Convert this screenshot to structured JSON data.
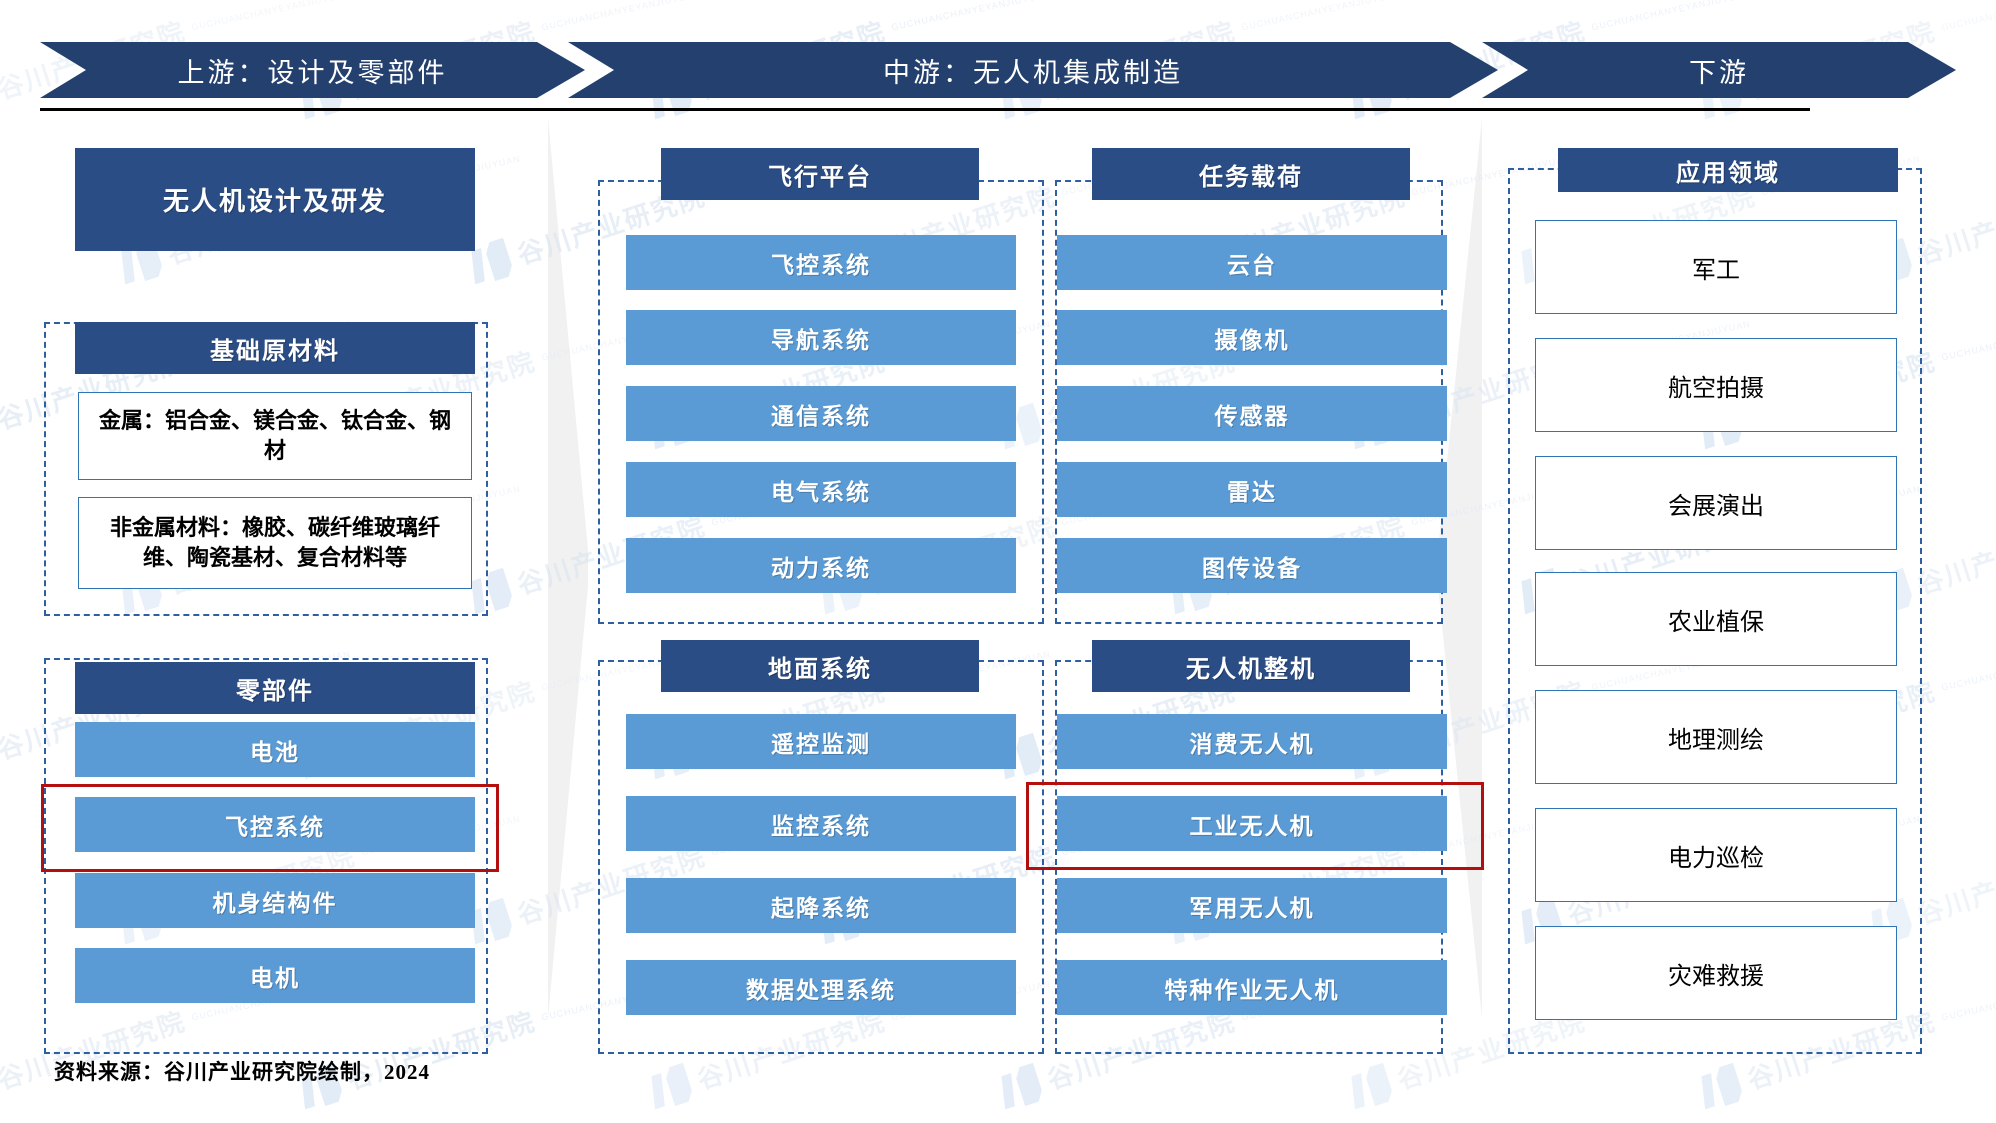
{
  "header": {
    "chevrons": [
      {
        "label": "上游：设计及零部件"
      },
      {
        "label": "中游：无人机集成制造"
      },
      {
        "label": "下游"
      }
    ]
  },
  "upstream": {
    "design_rd": {
      "label": "无人机设计及研发"
    },
    "raw_materials": {
      "title": "基础原材料",
      "items": [
        {
          "label": "金属：铝合金、镁合金、钛合金、钢材"
        },
        {
          "label": "非金属材料：橡胶、碳纤维玻璃纤维、陶瓷基材、复合材料等"
        }
      ]
    },
    "components": {
      "title": "零部件",
      "items": [
        {
          "label": "电池",
          "highlighted": false
        },
        {
          "label": "飞控系统",
          "highlighted": true
        },
        {
          "label": "机身结构件",
          "highlighted": false
        },
        {
          "label": "电机",
          "highlighted": false
        }
      ]
    }
  },
  "midstream": {
    "flight_platform": {
      "title": "飞行平台",
      "items": [
        {
          "label": "飞控系统"
        },
        {
          "label": "导航系统"
        },
        {
          "label": "通信系统"
        },
        {
          "label": "电气系统"
        },
        {
          "label": "动力系统"
        }
      ]
    },
    "mission_payload": {
      "title": "任务载荷",
      "items": [
        {
          "label": "云台"
        },
        {
          "label": "摄像机"
        },
        {
          "label": "传感器"
        },
        {
          "label": "雷达"
        },
        {
          "label": "图传设备"
        }
      ]
    },
    "ground_system": {
      "title": "地面系统",
      "items": [
        {
          "label": "遥控监测"
        },
        {
          "label": "监控系统"
        },
        {
          "label": "起降系统"
        },
        {
          "label": "数据处理系统"
        }
      ]
    },
    "complete_uav": {
      "title": "无人机整机",
      "items": [
        {
          "label": "消费无人机",
          "highlighted": false
        },
        {
          "label": "工业无人机",
          "highlighted": true
        },
        {
          "label": "军用无人机",
          "highlighted": false
        },
        {
          "label": "特种作业无人机",
          "highlighted": false
        }
      ]
    }
  },
  "downstream": {
    "application_fields": {
      "title": "应用领域",
      "items": [
        {
          "label": "军工"
        },
        {
          "label": "航空拍摄"
        },
        {
          "label": "会展演出"
        },
        {
          "label": "农业植保"
        },
        {
          "label": "地理测绘"
        },
        {
          "label": "电力巡检"
        },
        {
          "label": "灾难救援"
        }
      ]
    }
  },
  "footer": {
    "source": "资料来源：谷川产业研究院绘制，2024"
  },
  "watermark": {
    "cn": "谷川产业研究院",
    "en": "GUCHUANCHANYEYANJIUYUAN"
  },
  "colors": {
    "dark_blue": "#2b4d86",
    "chevron_blue": "#23406e",
    "mid_blue": "#5b9bd5",
    "border_blue": "#2e75b6",
    "dash_blue": "#2e5fa3",
    "highlight_red": "#b40f0f"
  }
}
